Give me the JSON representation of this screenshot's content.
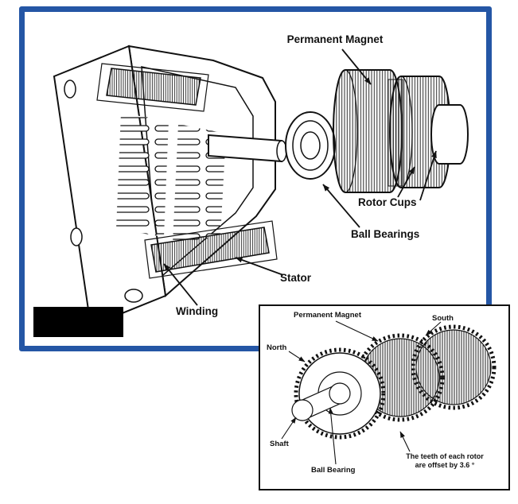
{
  "colors": {
    "frame_blue": "#2456a5",
    "ink": "#111111"
  },
  "main_diagram": {
    "labels": {
      "permanent_magnet": "Permanent Magnet",
      "rotor_cups": "Rotor Cups",
      "ball_bearings": "Ball Bearings",
      "stator": "Stator",
      "winding": "Winding"
    }
  },
  "inset_diagram": {
    "labels": {
      "permanent_magnet": "Permanent Magnet",
      "south": "South",
      "north": "North",
      "shaft": "Shaft",
      "ball_bearing": "Ball Bearing",
      "offset_note_line1": "The teeth of each rotor",
      "offset_note_line2": "are offset by 3.6 °"
    }
  }
}
